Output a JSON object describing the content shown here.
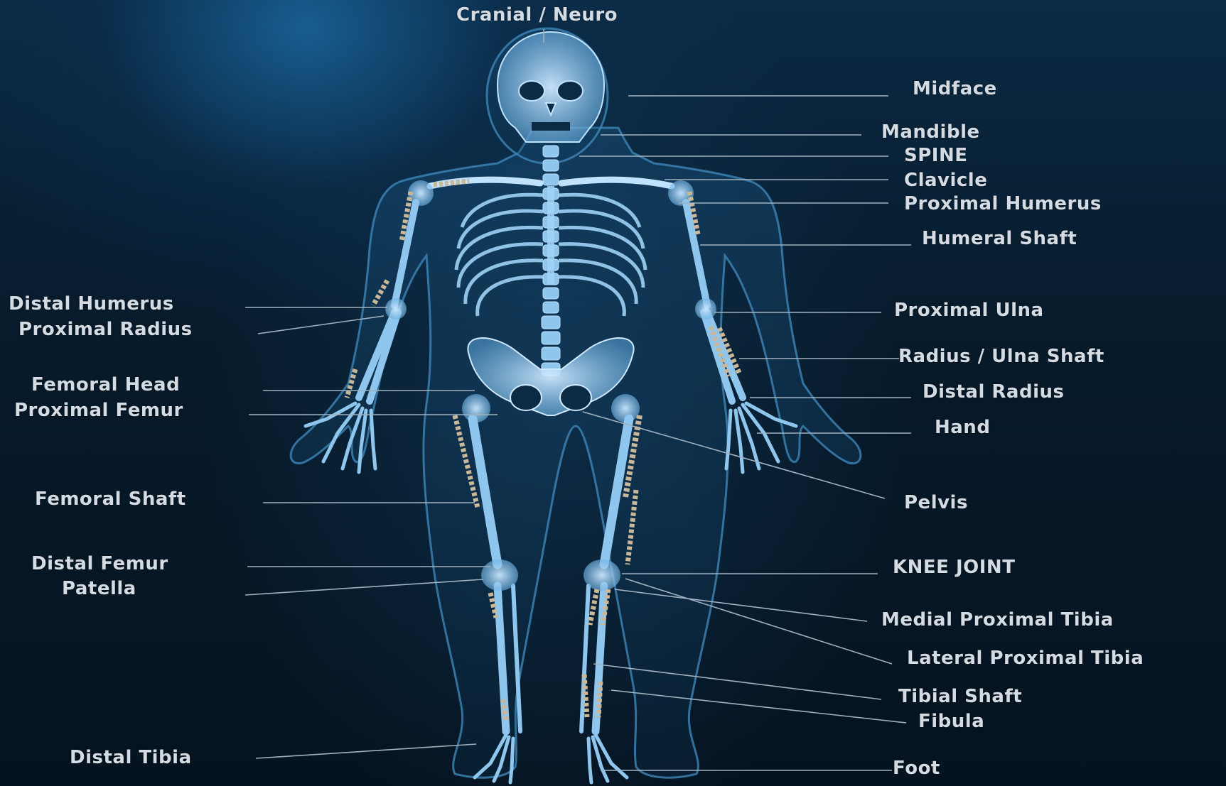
{
  "labels": {
    "cranial": "Cranial / Neuro",
    "midface": "Midface",
    "mandible": "Mandible",
    "spine": "SPINE",
    "clavicle": "Clavicle",
    "proximal_humerus": "Proximal Humerus",
    "humeral_shaft": "Humeral Shaft",
    "distal_humerus": "Distal Humerus",
    "proximal_radius": "Proximal Radius",
    "proximal_ulna": "Proximal Ulna",
    "radius_ulna_shaft": "Radius / Ulna Shaft",
    "distal_radius": "Distal Radius",
    "hand": "Hand",
    "femoral_head": "Femoral Head",
    "proximal_femur": "Proximal Femur",
    "pelvis": "Pelvis",
    "femoral_shaft": "Femoral Shaft",
    "distal_femur": "Distal Femur",
    "patella": "Patella",
    "knee_joint": "KNEE JOINT",
    "medial_proximal_tibia": "Medial Proximal Tibia",
    "lateral_proximal_tibia": "Lateral Proximal Tibia",
    "tibial_shaft": "Tibial Shaft",
    "fibula": "Fibula",
    "distal_tibia": "Distal Tibia",
    "foot": "Foot"
  },
  "colors": {
    "label_text": "#d4dbe2",
    "leader_line": "#9fb1bf",
    "bone": "#8fc6ee",
    "body_outline": "#3f86b8",
    "implant": "#c9b79a"
  }
}
